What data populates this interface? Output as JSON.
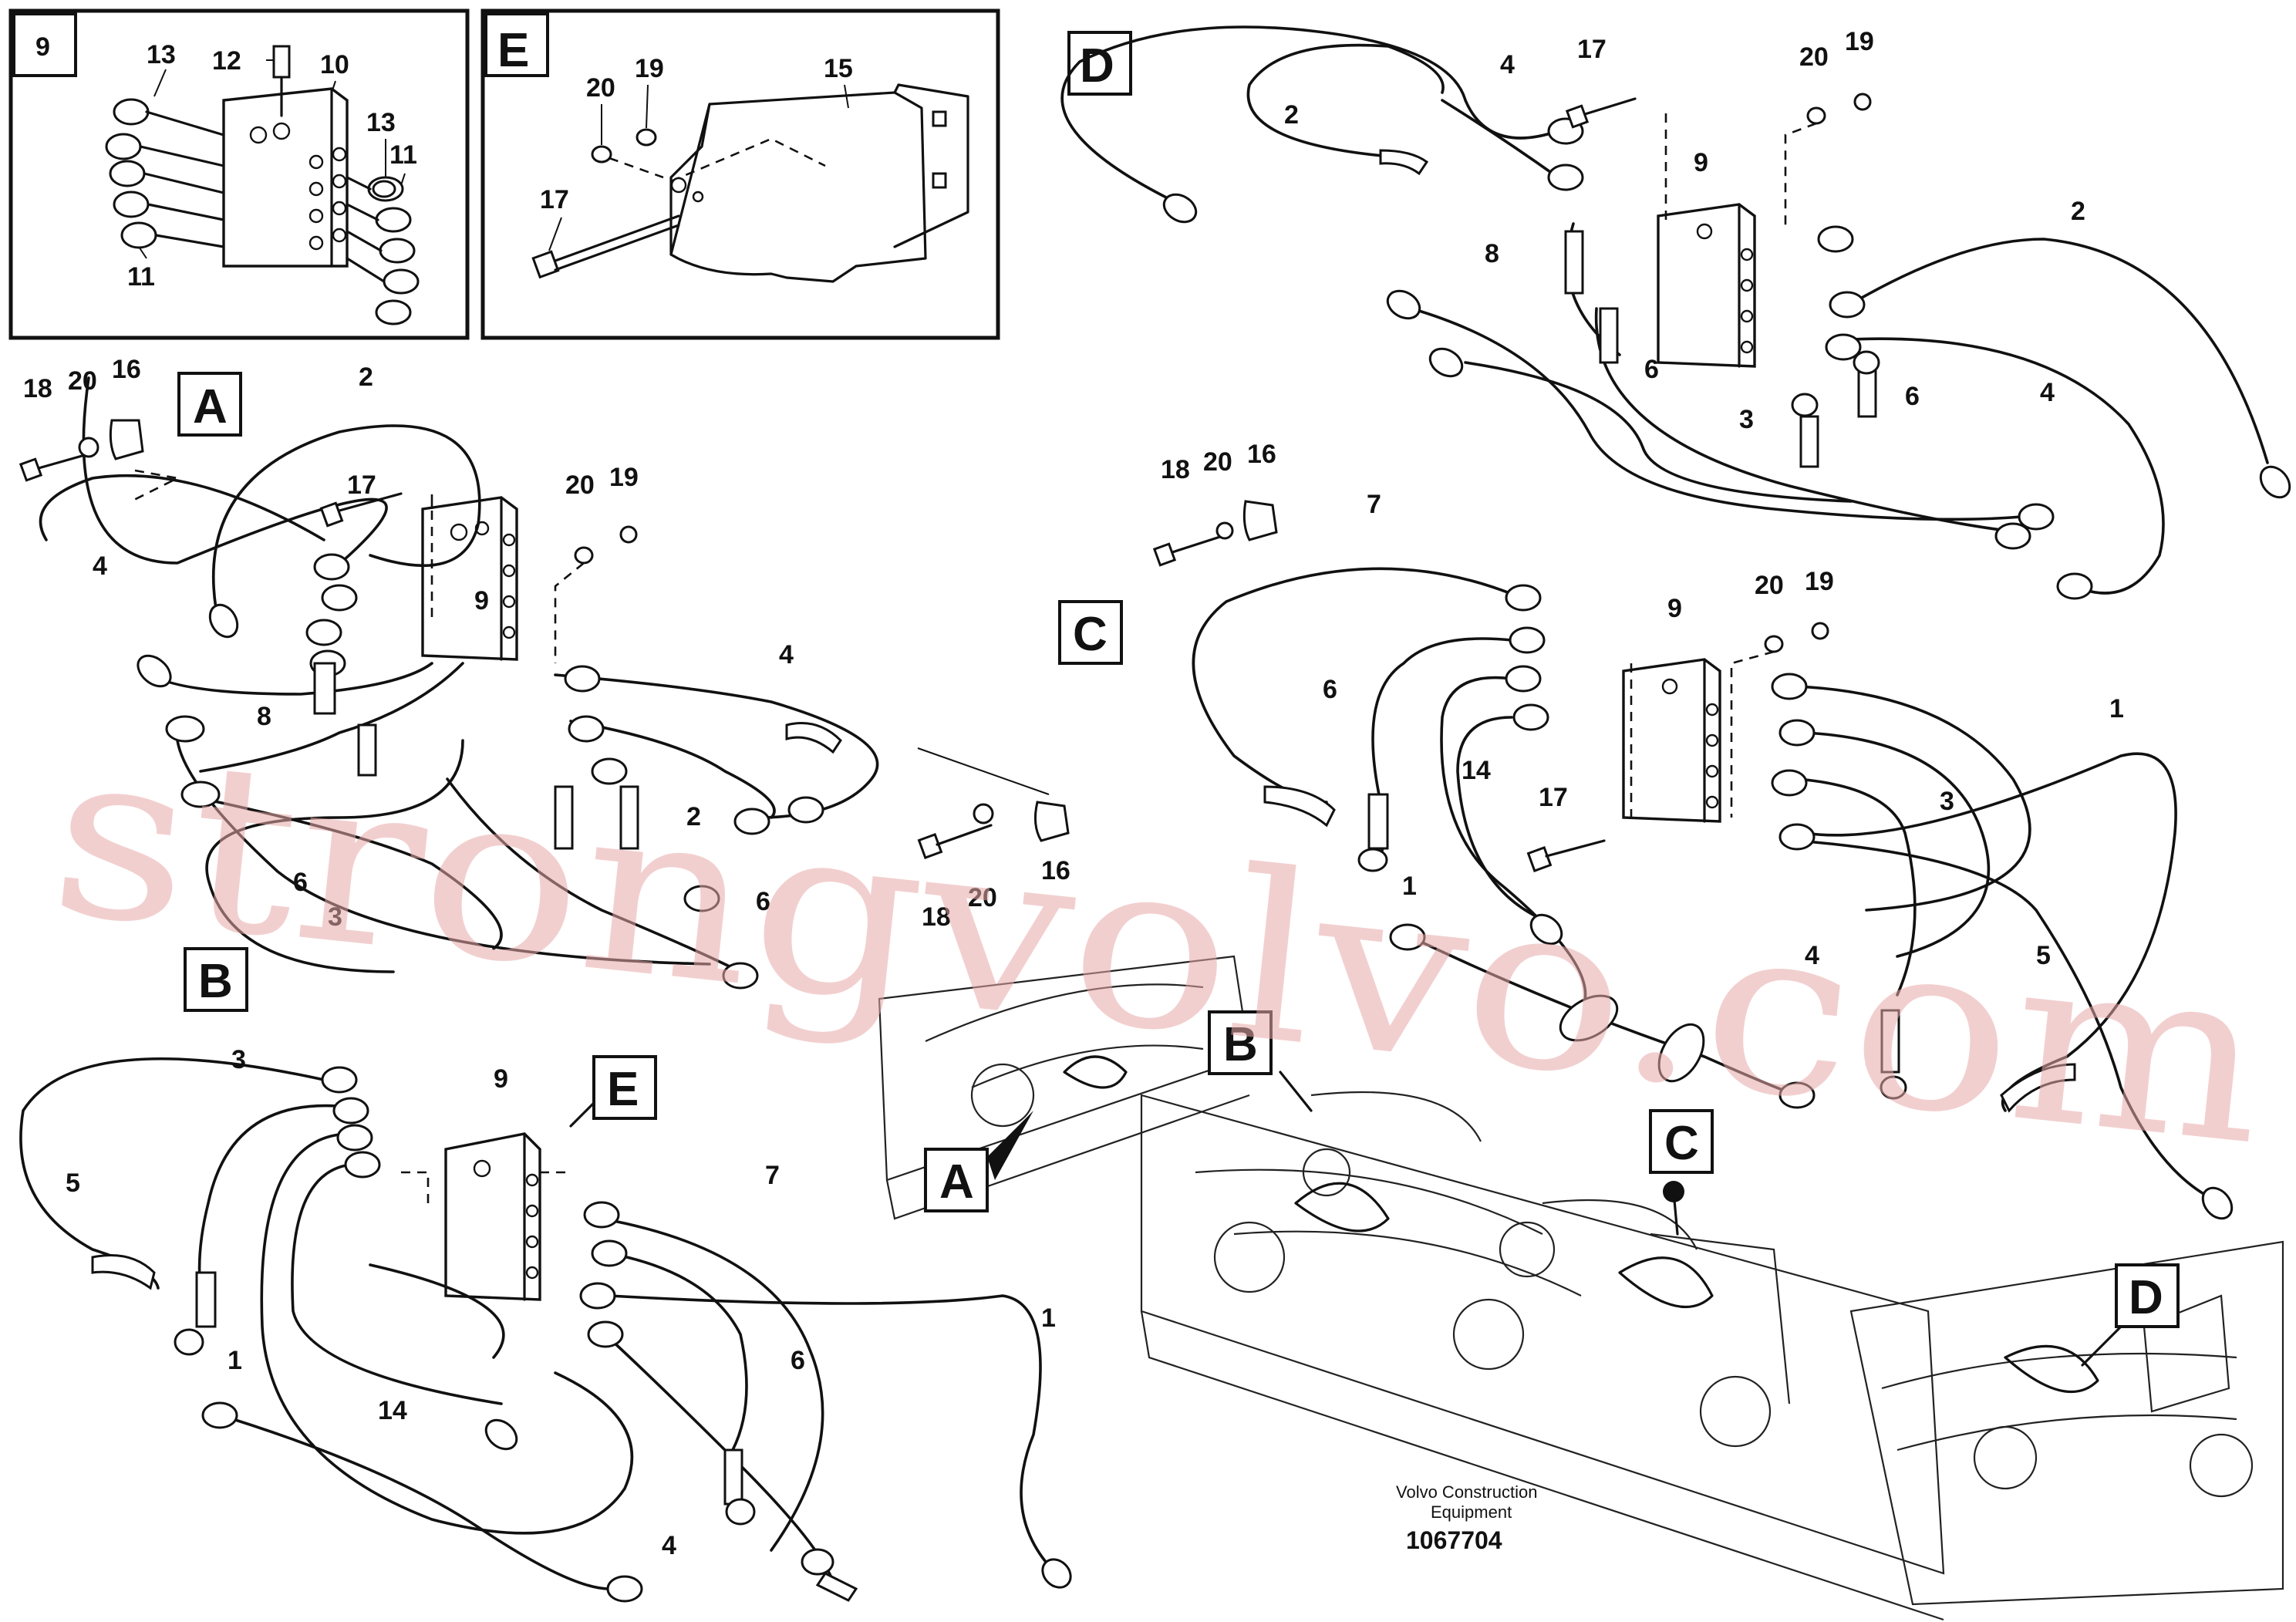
{
  "inset_9": {
    "tag": "9",
    "callouts": [
      "13",
      "12",
      "10",
      "13",
      "11",
      "11"
    ]
  },
  "inset_E": {
    "tag": "E",
    "callouts": [
      "20",
      "19",
      "15",
      "17"
    ]
  },
  "view_A": {
    "tag": "A",
    "callouts": [
      "18",
      "20",
      "16",
      "2",
      "17",
      "20",
      "19",
      "4",
      "9",
      "4",
      "8",
      "2",
      "6",
      "3",
      "6",
      "18",
      "20",
      "16"
    ]
  },
  "view_B": {
    "tag": "B",
    "callouts": [
      "3",
      "9",
      "5",
      "7",
      "1",
      "6",
      "1",
      "14",
      "4"
    ]
  },
  "view_C": {
    "tag": "C",
    "callouts": [
      "18",
      "20",
      "16",
      "7",
      "9",
      "20",
      "19",
      "6",
      "1",
      "14",
      "17",
      "3",
      "1",
      "4",
      "5"
    ]
  },
  "view_D": {
    "tag": "D",
    "callouts": [
      "2",
      "4",
      "17",
      "20",
      "19",
      "9",
      "8",
      "2",
      "6",
      "6",
      "3",
      "4"
    ]
  },
  "overview": {
    "tags": [
      "B",
      "A",
      "C",
      "D"
    ],
    "inner_tag": "E"
  },
  "footer": {
    "line1": "Volvo Construction",
    "line2": "Equipment",
    "doc_number": "1067704"
  },
  "watermark": "strongvolvo.com"
}
